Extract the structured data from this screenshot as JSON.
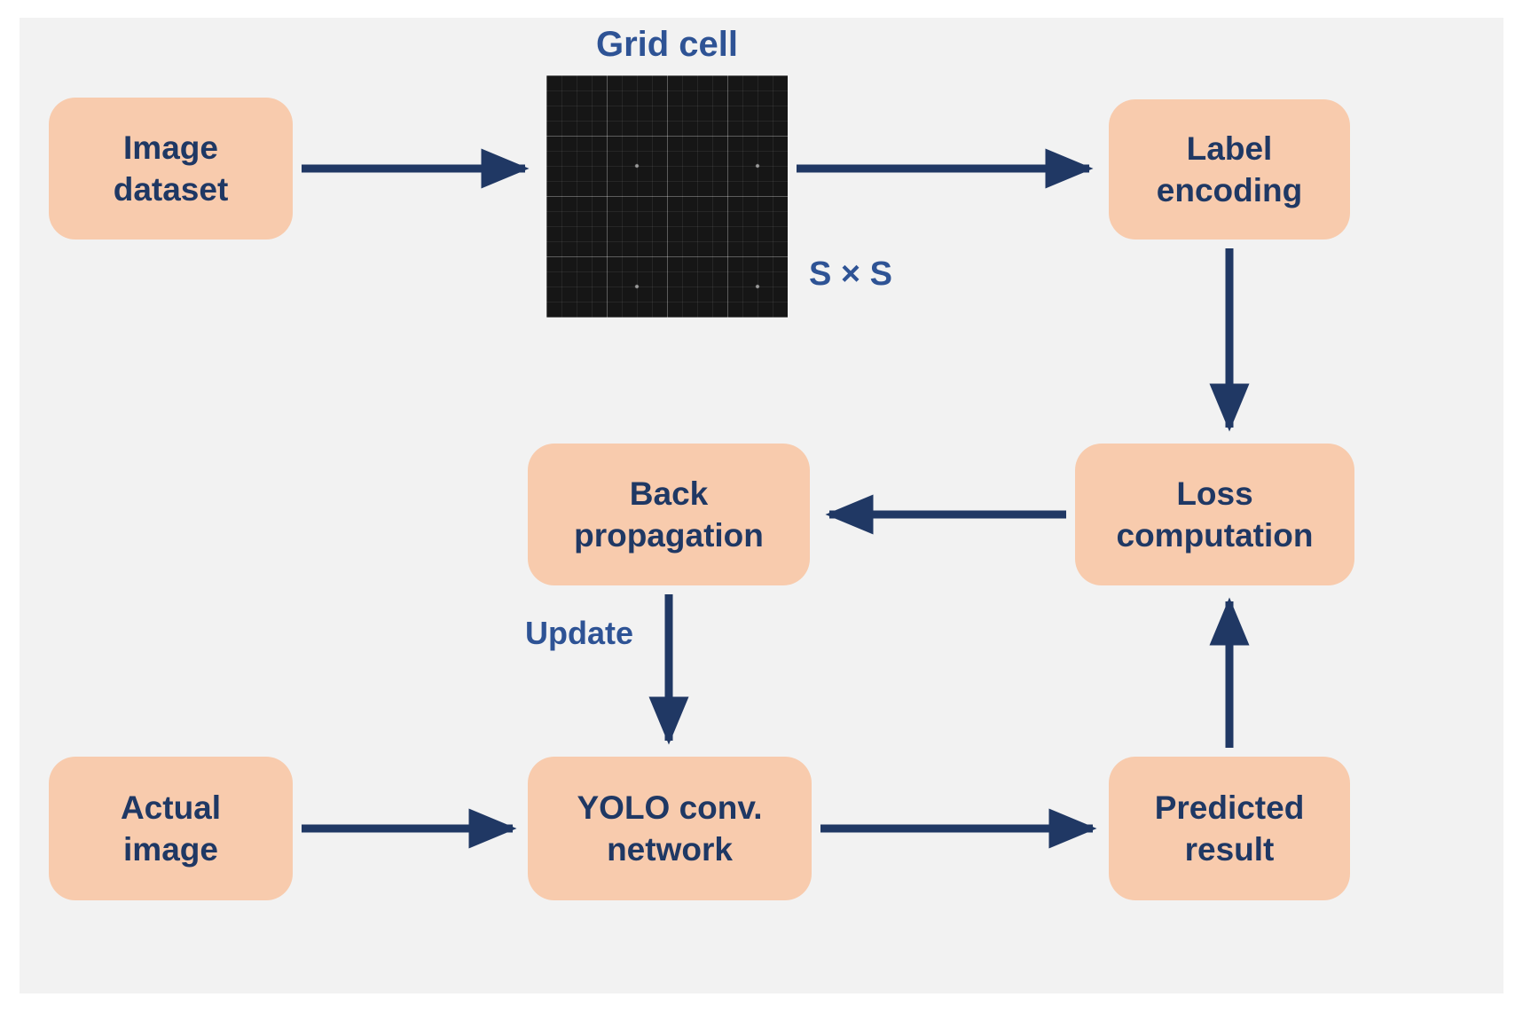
{
  "colors": {
    "background": "#F2F2F2",
    "node_fill": "#F8CBAD",
    "node_text": "#1F3864",
    "accent_text": "#2E5395",
    "arrow": "#203864",
    "grid_background": "#161616"
  },
  "nodes": {
    "image_dataset": "Image\ndataset",
    "label_encoding": "Label\nencoding",
    "loss_computation": "Loss\ncomputation",
    "back_propagation": "Back\npropagation",
    "yolo_network": "YOLO conv.\nnetwork",
    "actual_image": "Actual\nimage",
    "predicted_result": "Predicted\nresult"
  },
  "annotations": {
    "grid_cell_title": "Grid cell",
    "grid_size": "S × S",
    "update_label": "Update"
  },
  "edges": [
    {
      "from": "image_dataset",
      "to": "grid_cell",
      "label": ""
    },
    {
      "from": "grid_cell",
      "to": "label_encoding",
      "label": ""
    },
    {
      "from": "label_encoding",
      "to": "loss_computation",
      "label": ""
    },
    {
      "from": "loss_computation",
      "to": "back_propagation",
      "label": ""
    },
    {
      "from": "back_propagation",
      "to": "yolo_network",
      "label": "Update"
    },
    {
      "from": "actual_image",
      "to": "yolo_network",
      "label": ""
    },
    {
      "from": "yolo_network",
      "to": "predicted_result",
      "label": ""
    },
    {
      "from": "predicted_result",
      "to": "loss_computation",
      "label": ""
    }
  ]
}
